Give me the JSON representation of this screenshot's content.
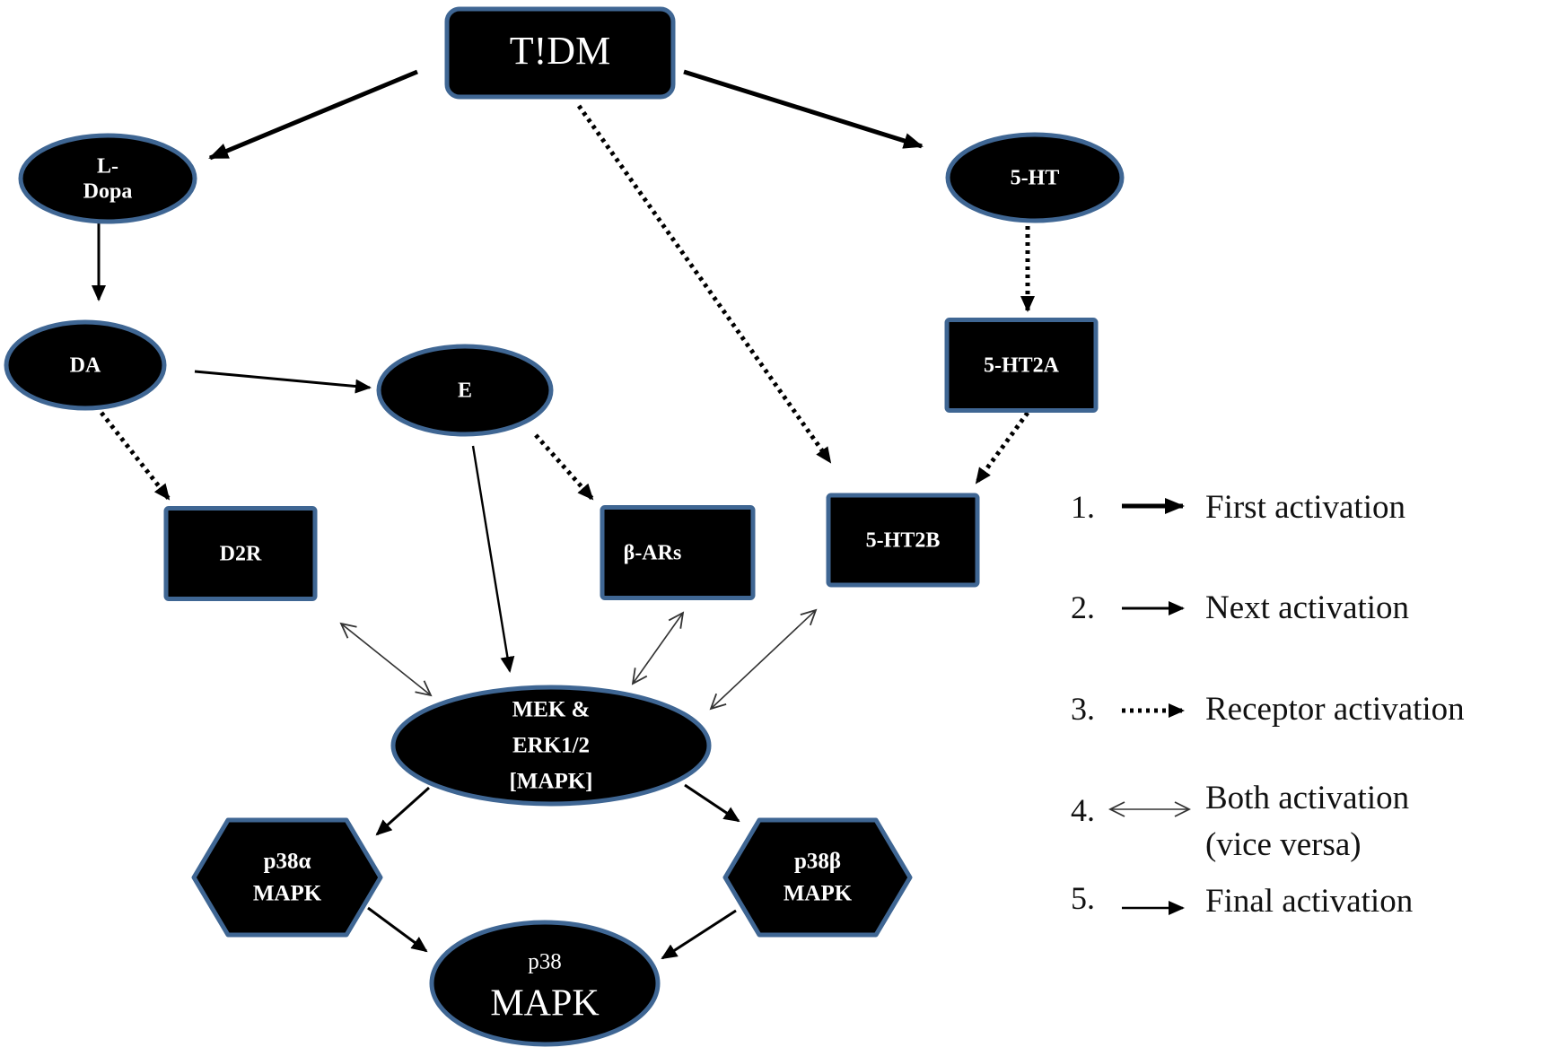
{
  "diagram": {
    "colors": {
      "node_fill": "#000000",
      "node_border": "#3f6693",
      "node_text": "#ffffff",
      "edge": "#000000",
      "background": "#ffffff"
    },
    "nodes": [
      {
        "id": "tidm",
        "shape": "rounded-rect",
        "lines": [
          "T!DM"
        ]
      },
      {
        "id": "ldopa",
        "shape": "ellipse",
        "lines": [
          "L-",
          "Dopa"
        ]
      },
      {
        "id": "ht5",
        "shape": "ellipse",
        "lines": [
          "5-HT"
        ]
      },
      {
        "id": "da",
        "shape": "ellipse",
        "lines": [
          "DA"
        ]
      },
      {
        "id": "e",
        "shape": "ellipse",
        "lines": [
          "E"
        ]
      },
      {
        "id": "ht2a",
        "shape": "rect",
        "lines": [
          "5-HT2A"
        ]
      },
      {
        "id": "d2r",
        "shape": "rect",
        "lines": [
          "D2R"
        ]
      },
      {
        "id": "bars",
        "shape": "rect",
        "lines": [
          "β-ARs"
        ]
      },
      {
        "id": "ht2b",
        "shape": "rect",
        "lines": [
          "5-HT2B"
        ]
      },
      {
        "id": "mek",
        "shape": "ellipse",
        "lines": [
          "MEK &",
          "ERK1/2",
          "[MAPK]"
        ]
      },
      {
        "id": "p38a",
        "shape": "hexagon",
        "lines": [
          "p38α",
          "MAPK"
        ]
      },
      {
        "id": "p38b",
        "shape": "hexagon",
        "lines": [
          "p38β",
          "MAPK"
        ]
      },
      {
        "id": "p38",
        "shape": "ellipse",
        "lines": [
          "p38",
          "MAPK"
        ]
      }
    ],
    "edges": [
      {
        "from": "tidm",
        "to": "ldopa",
        "type": "first"
      },
      {
        "from": "tidm",
        "to": "ht5",
        "type": "first"
      },
      {
        "from": "tidm",
        "to": "ht2b",
        "type": "receptor"
      },
      {
        "from": "ldopa",
        "to": "da",
        "type": "next"
      },
      {
        "from": "da",
        "to": "e",
        "type": "next"
      },
      {
        "from": "da",
        "to": "d2r",
        "type": "receptor"
      },
      {
        "from": "e",
        "to": "bars",
        "type": "receptor"
      },
      {
        "from": "e",
        "to": "mek",
        "type": "final"
      },
      {
        "from": "ht5",
        "to": "ht2a",
        "type": "receptor"
      },
      {
        "from": "ht2a",
        "to": "ht2b",
        "type": "receptor"
      },
      {
        "from": "d2r",
        "to": "mek",
        "type": "both"
      },
      {
        "from": "bars",
        "to": "mek",
        "type": "both"
      },
      {
        "from": "ht2b",
        "to": "mek",
        "type": "both"
      },
      {
        "from": "mek",
        "to": "p38a",
        "type": "next"
      },
      {
        "from": "mek",
        "to": "p38b",
        "type": "next"
      },
      {
        "from": "p38a",
        "to": "p38",
        "type": "next"
      },
      {
        "from": "p38b",
        "to": "p38",
        "type": "next"
      }
    ]
  },
  "legend": {
    "items": [
      {
        "number": "1.",
        "type": "first",
        "lines": [
          "First activation"
        ]
      },
      {
        "number": "2.",
        "type": "next",
        "lines": [
          "Next activation"
        ]
      },
      {
        "number": "3.",
        "type": "receptor",
        "lines": [
          "Receptor activation"
        ]
      },
      {
        "number": "4.",
        "type": "both",
        "lines": [
          "Both activation",
          "(vice versa)"
        ]
      },
      {
        "number": "5.",
        "type": "final",
        "lines": [
          "Final activation"
        ]
      }
    ]
  }
}
